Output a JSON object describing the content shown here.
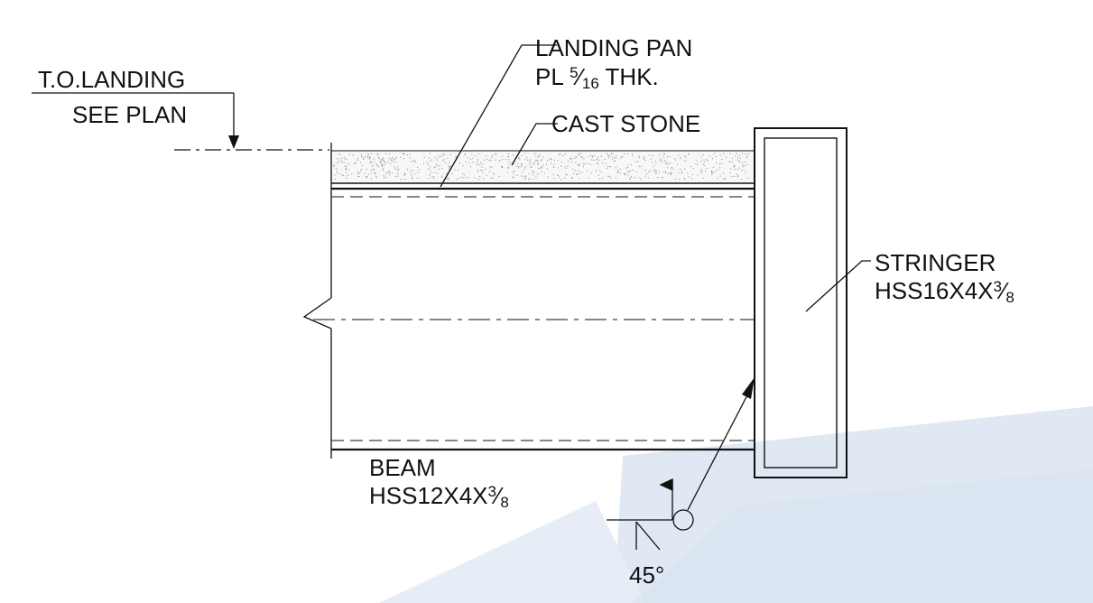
{
  "labels": {
    "landing_line1": "T.O.LANDING",
    "landing_line2": "SEE PLAN",
    "pan_line1": "LANDING PAN",
    "pan_line2_pre": "PL ",
    "pan_frac_num": "5",
    "pan_frac_slash": "⁄",
    "pan_frac_den": "16",
    "pan_line2_post": " THK.",
    "cast_stone": "CAST STONE",
    "stringer_line1": "STRINGER",
    "stringer_line2_pre": "HSS16X4X",
    "stringer_frac_num": "3",
    "stringer_frac_slash": "⁄",
    "stringer_frac_den": "8",
    "beam_line1": "BEAM",
    "beam_line2_pre": "HSS12X4X",
    "beam_frac_num": "3",
    "beam_frac_slash": "⁄",
    "beam_frac_den": "8",
    "weld_angle": "45°"
  },
  "colors": {
    "line": "#111111",
    "watermark": "#dfe8f3",
    "hatch": "#777777"
  }
}
